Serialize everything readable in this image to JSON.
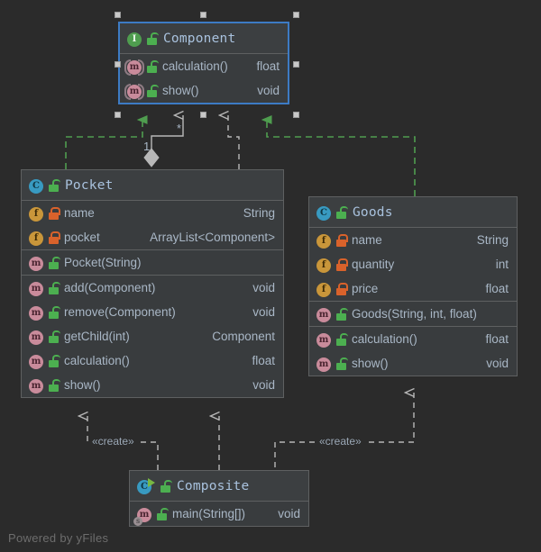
{
  "diagram": {
    "background_color": "#2b2b2b",
    "watermark": "Powered by yFiles",
    "selection_color": "#3d7bc4"
  },
  "nodes": {
    "component": {
      "name": "Component",
      "kind_icon": "interface-icon",
      "visibility_icon": "unlock-icon",
      "selected": true,
      "members": [
        {
          "icon": "method-abstract-icon",
          "lock": "unlock-icon",
          "name": "calculation()",
          "type": "float"
        },
        {
          "icon": "method-abstract-icon",
          "lock": "unlock-icon",
          "name": "show()",
          "type": "void"
        }
      ]
    },
    "pocket": {
      "name": "Pocket",
      "kind_icon": "class-icon",
      "visibility_icon": "unlock-icon",
      "selected": false,
      "fields": [
        {
          "icon": "field-icon",
          "lock": "lock-icon",
          "name": "name",
          "type": "String"
        },
        {
          "icon": "field-icon",
          "lock": "lock-icon",
          "name": "pocket",
          "type": "ArrayList<Component>"
        }
      ],
      "constructors": [
        {
          "icon": "method-icon",
          "lock": "unlock-icon",
          "name": "Pocket(String)",
          "type": ""
        }
      ],
      "methods": [
        {
          "icon": "method-icon",
          "lock": "unlock-icon",
          "name": "add(Component)",
          "type": "void"
        },
        {
          "icon": "method-icon",
          "lock": "unlock-icon",
          "name": "remove(Component)",
          "type": "void"
        },
        {
          "icon": "method-icon",
          "lock": "unlock-icon",
          "name": "getChild(int)",
          "type": "Component"
        },
        {
          "icon": "method-icon",
          "lock": "unlock-icon",
          "name": "calculation()",
          "type": "float"
        },
        {
          "icon": "method-icon",
          "lock": "unlock-icon",
          "name": "show()",
          "type": "void"
        }
      ]
    },
    "goods": {
      "name": "Goods",
      "kind_icon": "class-icon",
      "visibility_icon": "unlock-icon",
      "selected": false,
      "fields": [
        {
          "icon": "field-icon",
          "lock": "lock-icon",
          "name": "name",
          "type": "String"
        },
        {
          "icon": "field-icon",
          "lock": "lock-icon",
          "name": "quantity",
          "type": "int"
        },
        {
          "icon": "field-icon",
          "lock": "lock-icon",
          "name": "price",
          "type": "float"
        }
      ],
      "constructors": [
        {
          "icon": "method-icon",
          "lock": "unlock-icon",
          "name": "Goods(String, int, float)",
          "type": ""
        }
      ],
      "methods": [
        {
          "icon": "method-icon",
          "lock": "unlock-icon",
          "name": "calculation()",
          "type": "float"
        },
        {
          "icon": "method-icon",
          "lock": "unlock-icon",
          "name": "show()",
          "type": "void"
        }
      ]
    },
    "composite": {
      "name": "Composite",
      "kind_icon": "runnable-class-icon",
      "visibility_icon": "unlock-icon",
      "selected": false,
      "methods": [
        {
          "icon": "method-static-icon",
          "lock": "unlock-icon",
          "name": "main(String[])",
          "type": "void"
        }
      ]
    }
  },
  "edges": {
    "realization_color": "#4f9d4f",
    "dependency_color": "#b8b8b8",
    "aggregation_color": "#b8b8b8",
    "labels": {
      "aggregation_source": "1",
      "aggregation_target": "*",
      "create_left": "«create»",
      "create_right": "«create»"
    }
  }
}
